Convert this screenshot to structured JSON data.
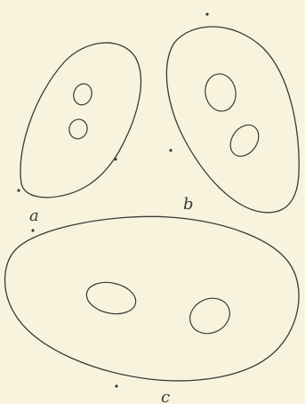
{
  "figure": {
    "background": "#f8f3dd",
    "ink": "#3a3a36",
    "labels": {
      "a": "a",
      "b": "b",
      "c": "c"
    },
    "cells": [
      {
        "label": "a",
        "nuclei": 2
      },
      {
        "label": "b",
        "nuclei": 2
      },
      {
        "label": "c",
        "nuclei": 2
      }
    ]
  }
}
